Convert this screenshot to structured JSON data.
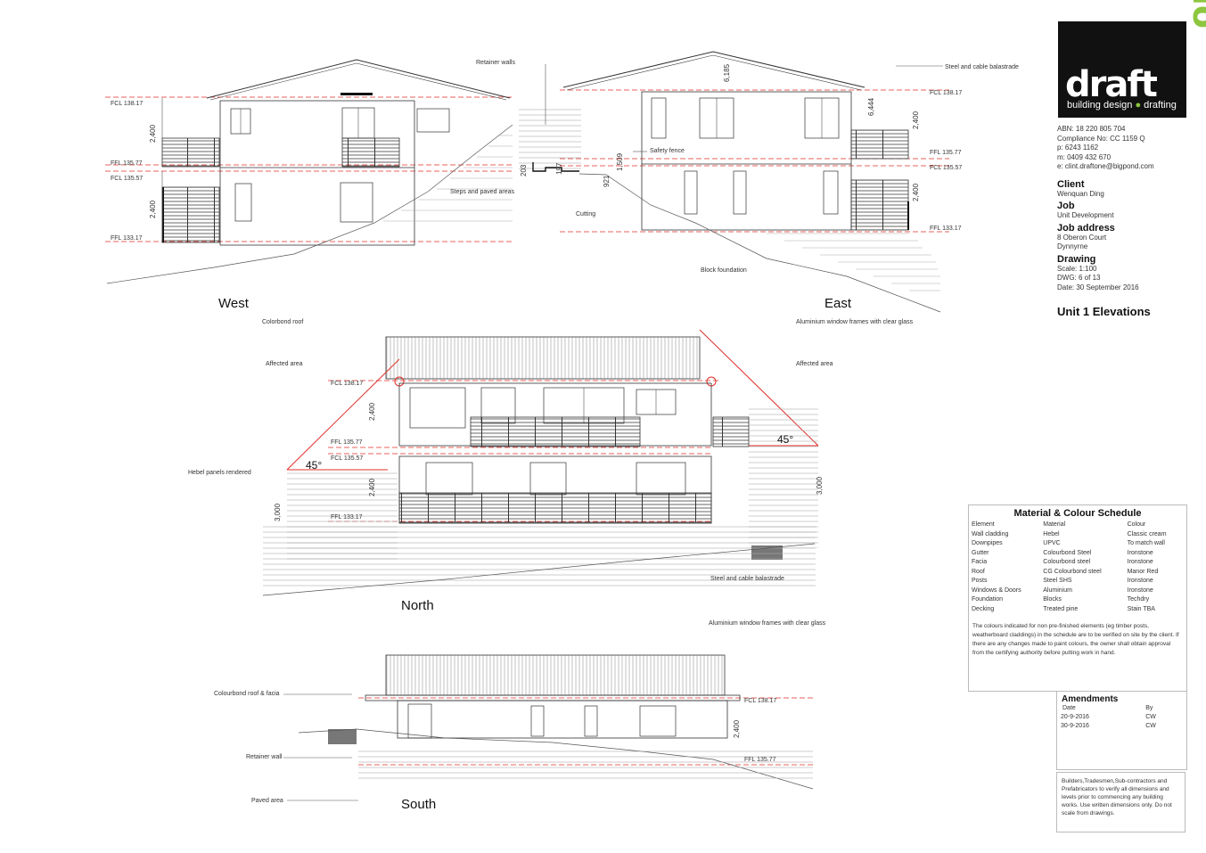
{
  "firm": {
    "logo_word": "draft",
    "logo_accent": "one",
    "tagline_1": "building design",
    "tagline_2": "drafting",
    "abn": "ABN: 18 220 805 704",
    "compliance": "Compliance No: CC 1159 Q",
    "phone": "p:   6243 1162",
    "mobile": "m:  0409 432 670",
    "email": "e:  clint.draftone@bigpond.com",
    "accent_color": "#8dc63f"
  },
  "info": {
    "client_h": "Client",
    "client": "Wenquan Ding",
    "job_h": "Job",
    "job": "Unit Development",
    "address_h": "Job address",
    "address_1": "8 Oberon Court",
    "address_2": "Dynnyrne",
    "drawing_h": "Drawing",
    "scale": "Scale: 1:100",
    "dwg": "DWG: 6 of 13",
    "date": "Date:  30 September 2016",
    "sheet_title": "Unit 1 Elevations"
  },
  "schedule": {
    "title": "Material & Colour Schedule",
    "headers": [
      "Element",
      "Material",
      "Colour"
    ],
    "rows": [
      [
        "Wall cladding",
        "Hebel",
        "Classic cream"
      ],
      [
        "Downpipes",
        "UPVC",
        "To match wall"
      ],
      [
        "Gutter",
        "Colourbond Steel",
        "Ironstone"
      ],
      [
        "Facia",
        "Colourbond steel",
        "Ironstone"
      ],
      [
        "Roof",
        "CG  Colourbond steel",
        "Manor Red"
      ],
      [
        "Posts",
        "Steel SHS",
        "Ironstone"
      ],
      [
        "Windows & Doors",
        "Aluminium",
        "Ironstone"
      ],
      [
        "Foundation",
        "Blocks",
        "Techdry"
      ],
      [
        "Decking",
        "Treated pine",
        "Stain TBA"
      ]
    ],
    "note": "The colours indicated for non pre-finished elements (eg timber posts, weatherboard claddings) in the schedule are to be verified on site by the client. If there are any changes made to paint colours, the owner shall obtain approval from the certifying authority before putting work in hand."
  },
  "amendments": {
    "title": "Amendments",
    "headers": [
      "Date",
      "By"
    ],
    "rows": [
      [
        "20-9-2016",
        "CW"
      ],
      [
        "30-9-2016",
        "CW"
      ]
    ]
  },
  "builders_note": "Builders,Tradesmen,Sub-contractors and Prefabricators to verify all dimensions and levels prior to commencing any building works. Use written dimensions only. Do not scale from drawings.",
  "views": {
    "west": "West",
    "east": "East",
    "north": "North",
    "south": "South"
  },
  "west": {
    "levels": [
      "FCL 138.17",
      "FFL 135.77",
      "FCL 135.57",
      "FFL 133.17"
    ],
    "dims": [
      "2,400",
      "2,400"
    ]
  },
  "east": {
    "labels": {
      "retainer": "Retainer walls",
      "balustrade": "Steel and cable balastrade",
      "safety": "Safety fence",
      "steps": "Steps and paved areas",
      "cutting": "Cutting",
      "block": "Block foundation"
    },
    "levels": [
      "FCL 138.17",
      "FFL 135.77",
      "FCL 135.57",
      "FFL 133.17"
    ],
    "dims": [
      "6,185",
      "6,444",
      "2,400",
      "2,400",
      "1,509",
      "203",
      "197",
      "921"
    ]
  },
  "north": {
    "labels": {
      "roof": "Colorbond roof",
      "frames": "Aluminium window frames with clear glass",
      "affected_l": "Affected area",
      "affected_r": "Affected area",
      "hebel": "Hebel panels rendered",
      "balustrade": "Steel and cable balastrade",
      "frames_2": "Aluminium window frames with clear glass"
    },
    "levels": [
      "FCL 138.17",
      "FFL 135.77",
      "FCL 135.57",
      "FFL 133.17"
    ],
    "dims": [
      "2,400",
      "2,400",
      "3,000",
      "3,000"
    ],
    "angle_l": "45°",
    "angle_r": "45°"
  },
  "south": {
    "labels": {
      "roof": "Colourbond roof & facia",
      "retainer": "Retainer wall",
      "paved": "Paved area"
    },
    "levels": [
      "FCL 138.17",
      "FFL 135.77"
    ],
    "dims": [
      "2,400"
    ]
  },
  "colors": {
    "level_line": "#e0302a",
    "line": "#333333",
    "hatch": "#9a9a9a"
  }
}
